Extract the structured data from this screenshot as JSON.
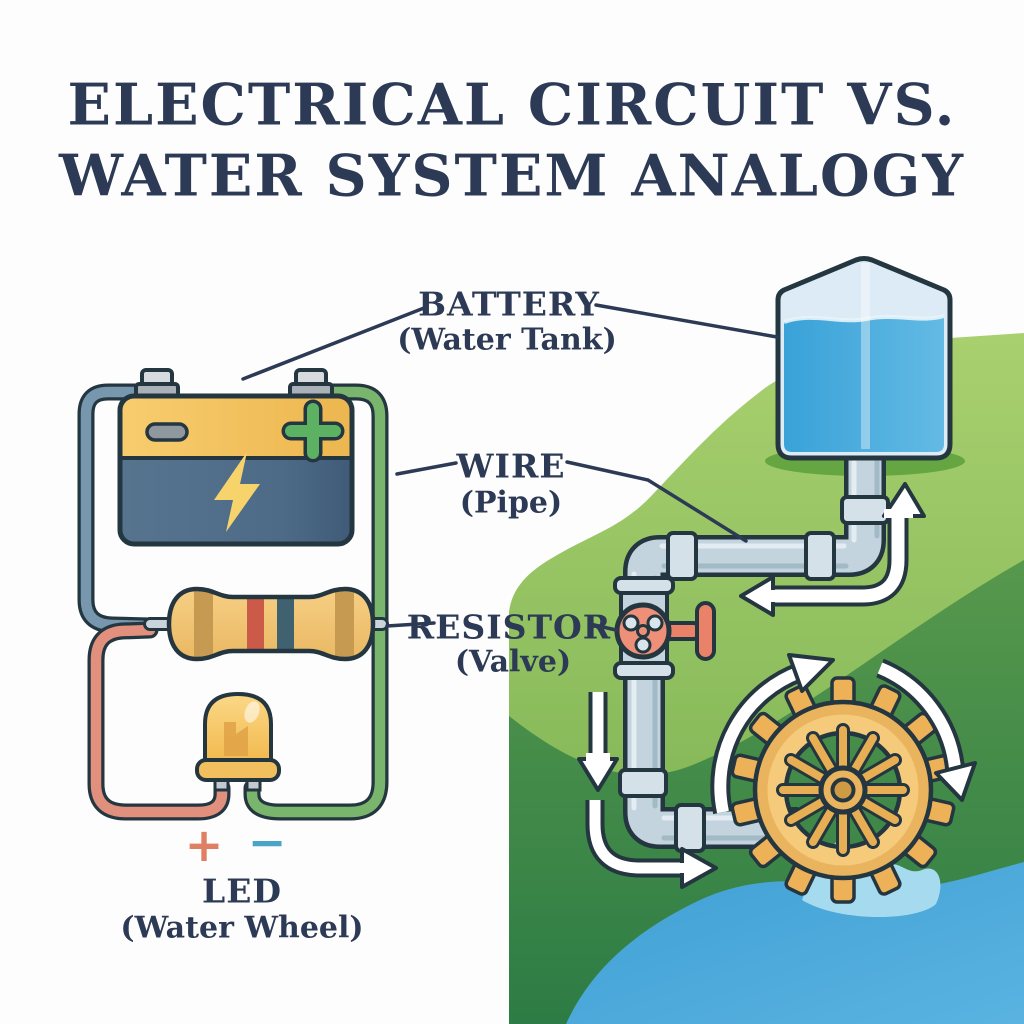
{
  "title": {
    "line1": "ELECTRICAL CIRCUIT VS.",
    "line2": "WATER SYSTEM ANALOGY"
  },
  "labels": {
    "battery": {
      "main": "BATTERY",
      "sub": "(Water Tank)"
    },
    "wire": {
      "main": "WIRE",
      "sub": "(Pipe)"
    },
    "resistor": {
      "main": "RESISTOR",
      "sub": "(Valve)"
    },
    "led": {
      "main": "LED",
      "sub": "(Water Wheel)"
    }
  },
  "polarity": {
    "positive": "+",
    "negative": "−"
  },
  "icons": [
    "battery-icon",
    "lightning-bolt-icon",
    "minus-terminal-icon",
    "plus-terminal-icon",
    "resistor-icon",
    "led-icon",
    "wire-blue",
    "wire-green",
    "wire-salmon",
    "water-tank-icon",
    "pipe-icon",
    "valve-icon",
    "water-wheel-icon",
    "flow-arrow-up-left",
    "flow-arrow-down",
    "flow-arrow-curve-right",
    "wheel-rotation-arrows",
    "water-splash",
    "pond",
    "hills"
  ],
  "colors": {
    "title_navy": "#2c3a55",
    "outline_dark": "#243640",
    "wire_blue": "#7697ae",
    "wire_green": "#79b56d",
    "wire_salmon": "#e0907c",
    "battery_yellow": "#f2c35f",
    "battery_blue": "#4d6c8a",
    "bolt_yellow": "#f7d36c",
    "plus_green": "#5db163",
    "led_amber": "#f5c767",
    "valve_red": "#ee8f77",
    "pipe_gray": "#c3d4de",
    "water_blue": "#45a7da",
    "hill_light": "#9cc765",
    "hill_dark": "#3a8749",
    "wheel_gold": "#f0bd66",
    "positive_salmon": "#df8065",
    "negative_blue": "#4ba4c8"
  }
}
